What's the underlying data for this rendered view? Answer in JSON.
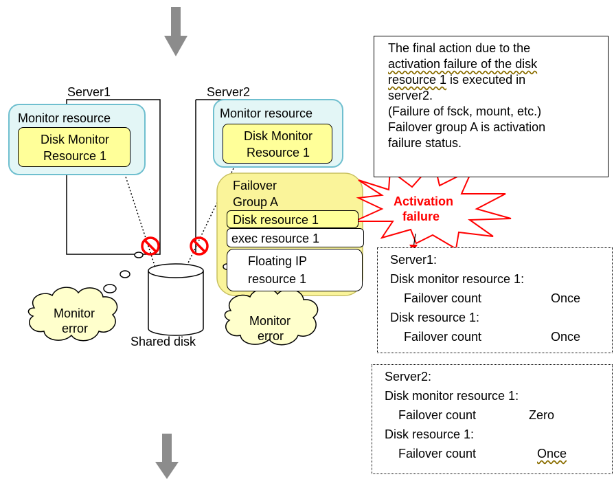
{
  "colors": {
    "monitor_fill": "#e3f6f6",
    "monitor_border": "#6fbfcf",
    "group_fill": "#faf49a",
    "resource_fill": "#ffff99",
    "arrow_gray": "#8c8c8c",
    "burst_red": "#ff0000",
    "cloud_fill": "#ffffcc"
  },
  "servers": {
    "server1_label": "Server1",
    "server2_label": "Server2"
  },
  "monitor1": {
    "title": "Monitor resource",
    "disk_line1": "Disk Monitor",
    "disk_line2": "Resource 1"
  },
  "monitor2": {
    "title": "Monitor resource",
    "disk_line1": "Disk Monitor",
    "disk_line2": "Resource 1"
  },
  "group": {
    "title_line1": "Failover",
    "title_line2": "Group A",
    "disk_resource": "Disk resource 1",
    "exec_resource": "exec resource 1",
    "fip_line1": "Floating IP",
    "fip_line2": "resource 1"
  },
  "burst": {
    "line1": "Activation",
    "line2": "failure"
  },
  "disk": {
    "label": "Shared disk"
  },
  "clouds": {
    "left_line1": "Monitor",
    "left_line2": "error",
    "right_line1": "Monitor",
    "right_line2": "error"
  },
  "icons": {
    "prohibit": "prohibit-icon",
    "arrow": "down-arrow-icon"
  },
  "note": {
    "lines": [
      "The final action due to the",
      "activation failure of the disk",
      "resource 1 is executed in",
      "server2.",
      "(Failure of fsck, mount, etc.)",
      "Failover group A is activation",
      "failure status."
    ]
  },
  "server1_counts": {
    "title": "Server1:",
    "monitor_label": "Disk monitor resource 1:",
    "monitor_count_label": "Failover count",
    "monitor_count_value": "Once",
    "disk_label": "Disk resource 1:",
    "disk_count_label": "Failover count",
    "disk_count_value": "Once"
  },
  "server2_counts": {
    "title": "Server2:",
    "monitor_label": "Disk monitor resource 1:",
    "monitor_count_label": "Failover count",
    "monitor_count_value": "Zero",
    "disk_label": "Disk resource 1:",
    "disk_count_label": "Failover count",
    "disk_count_value": "Once"
  }
}
